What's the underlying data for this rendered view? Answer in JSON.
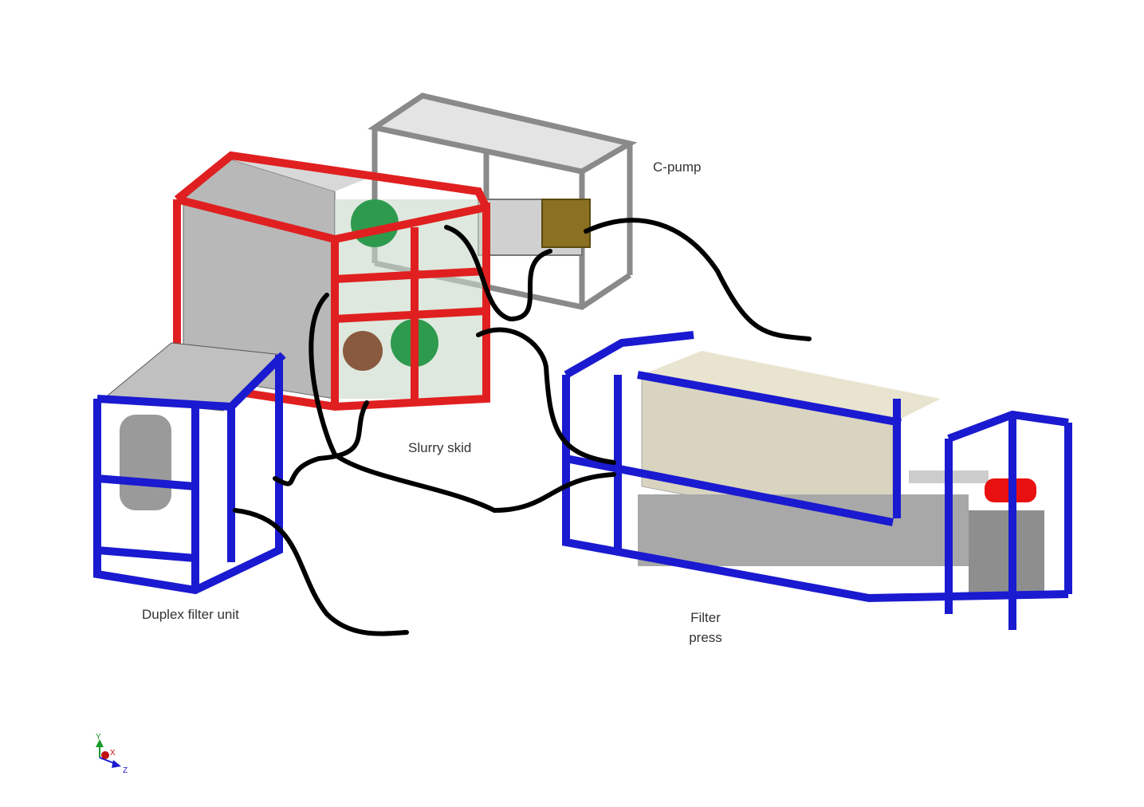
{
  "labels": {
    "c_pump": "C-pump",
    "slurry_skid": "Slurry skid",
    "duplex_filter_unit": "Duplex filter unit",
    "filter_press_line1": "Filter",
    "filter_press_line2": "press"
  },
  "axis_triad": {
    "y": "Y",
    "x": "X",
    "z": "Z"
  },
  "colors": {
    "frame_red": "#e02020",
    "frame_blue": "#1a1ad0",
    "frame_gray": "#8a8a8a",
    "hose": "#000000",
    "plates": "#d8d4c0",
    "motor_gold": "#8a7020",
    "cylinder_red": "#e81010"
  }
}
